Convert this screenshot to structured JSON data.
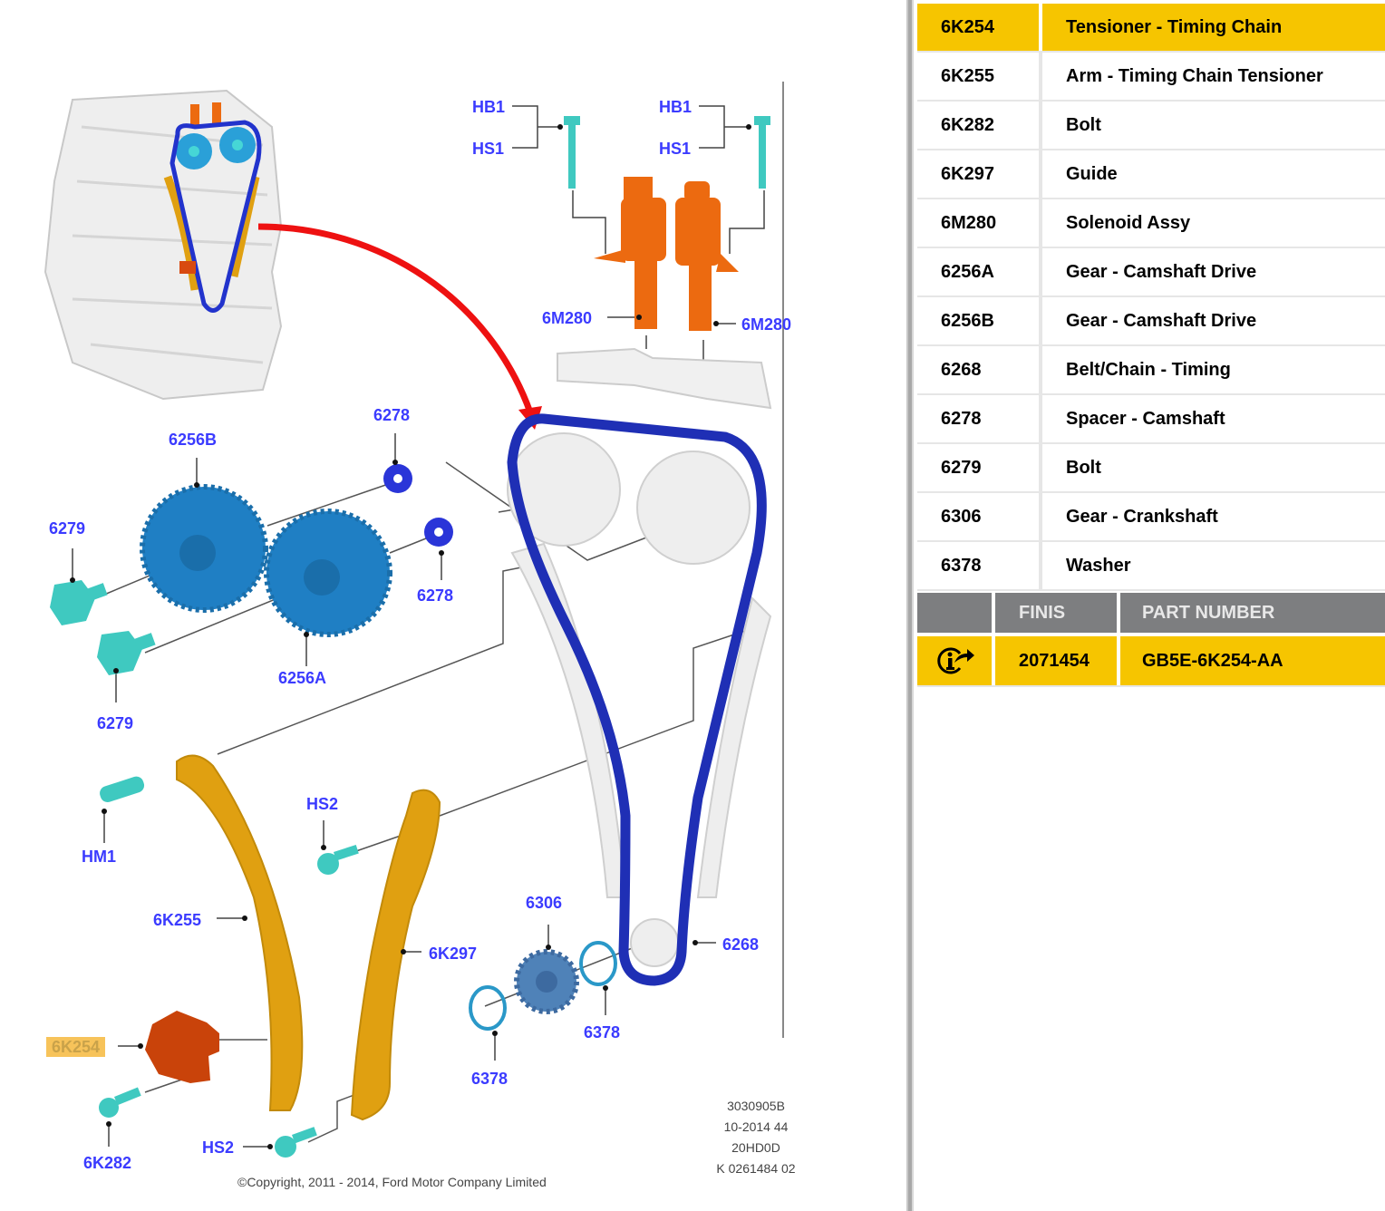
{
  "diagram": {
    "callouts": [
      {
        "id": "hb1-left",
        "text": "HB1"
      },
      {
        "id": "hs1-left",
        "text": "HS1"
      },
      {
        "id": "hb1-right",
        "text": "HB1"
      },
      {
        "id": "hs1-right",
        "text": "HS1"
      },
      {
        "id": "6m280-left",
        "text": "6M280"
      },
      {
        "id": "6m280-right",
        "text": "6M280"
      },
      {
        "id": "6278-top",
        "text": "6278"
      },
      {
        "id": "6256b",
        "text": "6256B"
      },
      {
        "id": "6279-left",
        "text": "6279"
      },
      {
        "id": "6278-right",
        "text": "6278"
      },
      {
        "id": "6256a",
        "text": "6256A"
      },
      {
        "id": "6279-bottom",
        "text": "6279"
      },
      {
        "id": "hm1",
        "text": "HM1"
      },
      {
        "id": "hs2-top",
        "text": "HS2"
      },
      {
        "id": "6k255",
        "text": "6K255"
      },
      {
        "id": "6k297",
        "text": "6K297"
      },
      {
        "id": "6306",
        "text": "6306"
      },
      {
        "id": "6268",
        "text": "6268"
      },
      {
        "id": "6378-right",
        "text": "6378"
      },
      {
        "id": "6378-left",
        "text": "6378"
      },
      {
        "id": "6k254",
        "text": "6K254",
        "highlighted": true
      },
      {
        "id": "6k282",
        "text": "6K282"
      },
      {
        "id": "hs2-bottom",
        "text": "HS2"
      }
    ],
    "meta_lines": [
      "3030905B",
      "10-2014 44",
      "20HD0D",
      "K 0261484 02"
    ],
    "copyright": "©Copyright, 2011 - 2014, Ford Motor Company Limited",
    "colors": {
      "callout": "#3b3bff",
      "chain": "#1f2fb5",
      "gear": "#1f7fc4",
      "guide": "#e0a011",
      "tensioner": "#c9430a",
      "solenoid": "#ec6a10",
      "bolt": "#3fc9c0",
      "arrow": "#ee1111"
    }
  },
  "parts_table": {
    "rows": [
      {
        "code": "6K254",
        "description": "Tensioner - Timing Chain",
        "selected": true
      },
      {
        "code": "6K255",
        "description": "Arm - Timing Chain Tensioner"
      },
      {
        "code": "6K282",
        "description": "Bolt"
      },
      {
        "code": "6K297",
        "description": "Guide"
      },
      {
        "code": "6M280",
        "description": "Solenoid Assy"
      },
      {
        "code": "6256A",
        "description": "Gear - Camshaft Drive"
      },
      {
        "code": "6256B",
        "description": "Gear - Camshaft Drive"
      },
      {
        "code": "6268",
        "description": "Belt/Chain - Timing"
      },
      {
        "code": "6278",
        "description": "Spacer - Camshaft"
      },
      {
        "code": "6279",
        "description": "Bolt"
      },
      {
        "code": "6306",
        "description": "Gear - Crankshaft"
      },
      {
        "code": "6378",
        "description": "Washer"
      }
    ],
    "result_header": {
      "icon_col": "",
      "finis": "FINIS",
      "part_number": "PART NUMBER"
    },
    "result_row": {
      "icon": "info-link-icon",
      "finis": "2071454",
      "part_number": "GB5E-6K254-AA"
    },
    "colors": {
      "selected": "#f6c500",
      "header": "#7d7e80",
      "header_text": "#e8e8e8",
      "divider": "#e6e6e6"
    }
  }
}
